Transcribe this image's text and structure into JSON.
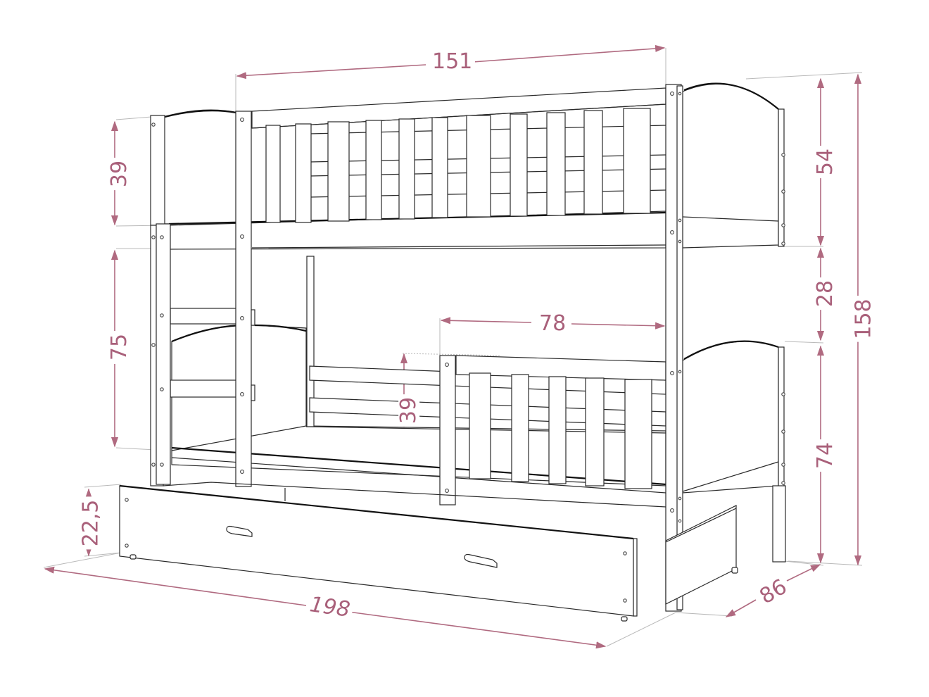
{
  "diagram": {
    "title": "Bunk bed with trundle drawer — dimension drawing",
    "units": "cm",
    "colors": {
      "dimension": "#b06a80",
      "label": "#a9607a",
      "outline": "#2a2a2a",
      "extension": "#b9b9b9",
      "background": "#ffffff"
    },
    "dimensions": {
      "top_length": "151",
      "upper_headboard_height": "39",
      "lower_clearance_left": "75",
      "right_upper_height": "54",
      "right_middle_gap": "28",
      "total_height": "158",
      "right_lower_height": "74",
      "guard_rail_length": "78",
      "guard_rail_height": "39",
      "drawer_height": "22,5",
      "overall_length": "198",
      "depth": "86"
    },
    "components": [
      "upper-bunk",
      "upper-guard-rail",
      "lower-bunk",
      "lower-guard-rail",
      "ladder",
      "left-headboard",
      "right-headboard",
      "trundle-drawer",
      "drawer-handle"
    ]
  }
}
